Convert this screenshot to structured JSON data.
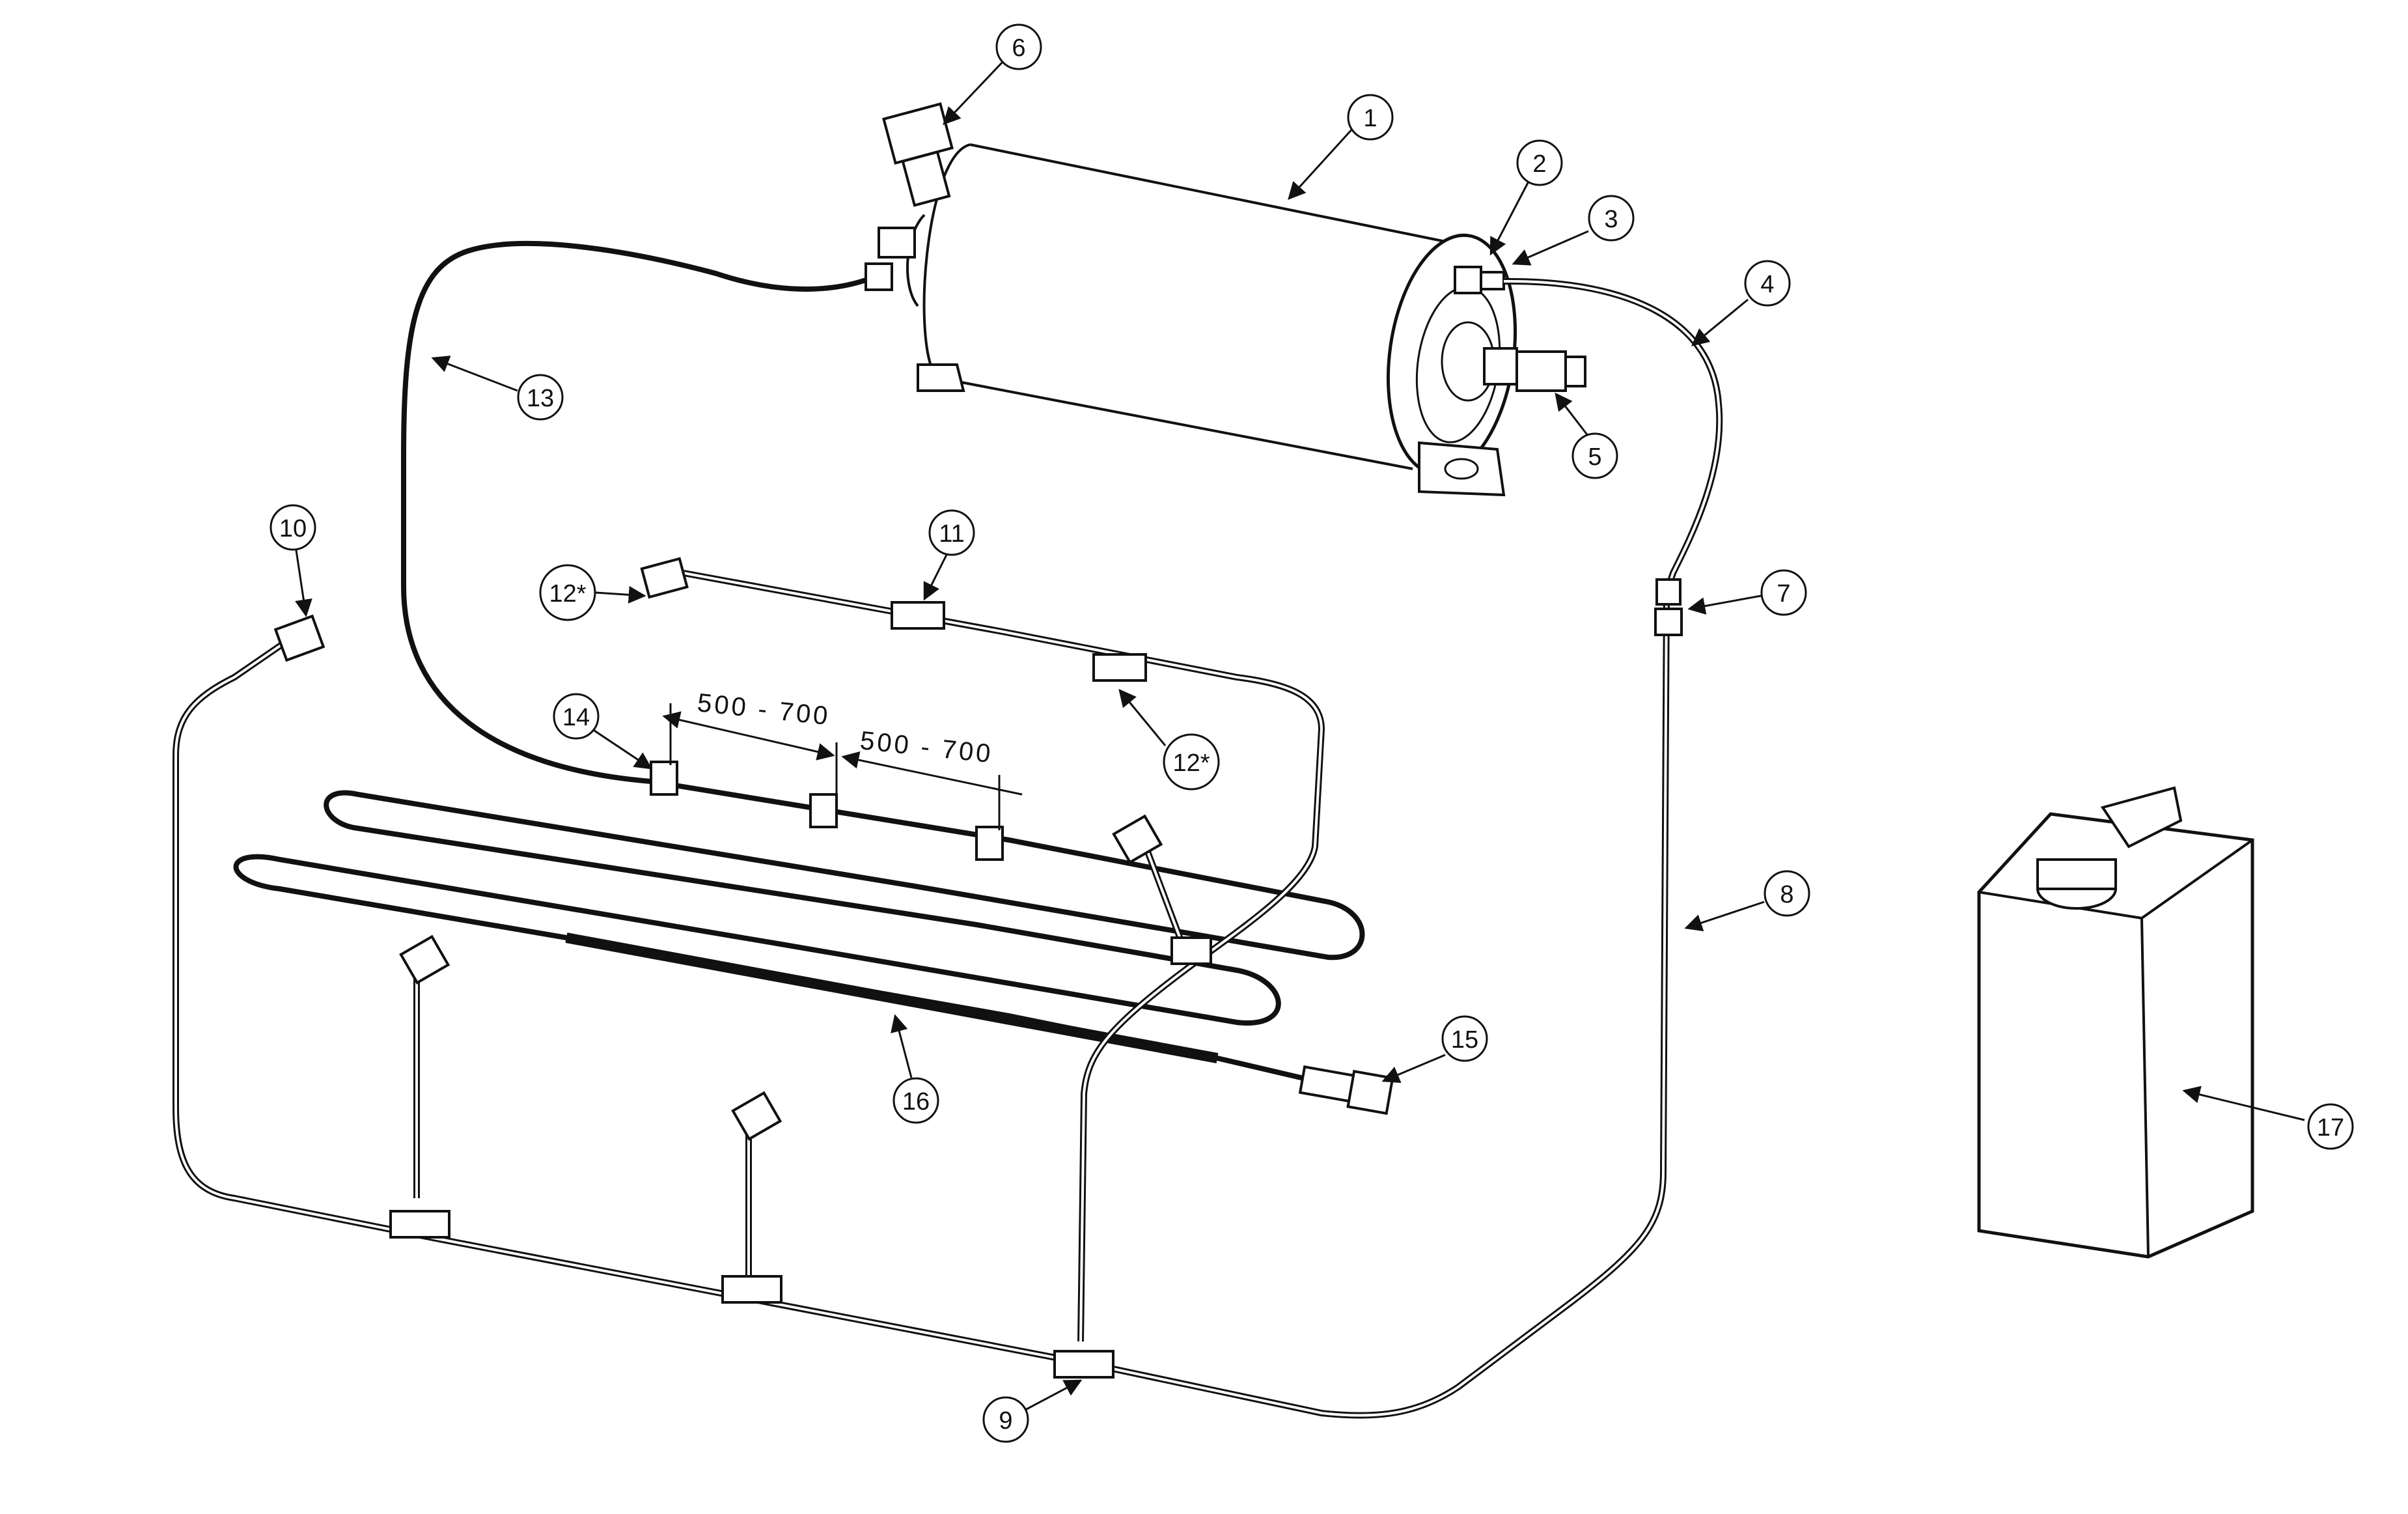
{
  "colors": {
    "line": "#111111",
    "background": "#ffffff"
  },
  "callouts": {
    "c1": "1",
    "c2": "2",
    "c3": "3",
    "c4": "4",
    "c5": "5",
    "c6": "6",
    "c7": "7",
    "c8": "8",
    "c9": "9",
    "c10": "10",
    "c11": "11",
    "c12a": "12*",
    "c12b": "12*",
    "c13": "13",
    "c14": "14",
    "c15": "15",
    "c16": "16",
    "c17": "17"
  },
  "dimensions": {
    "first": "500 - 700",
    "second": "500 - 700"
  }
}
